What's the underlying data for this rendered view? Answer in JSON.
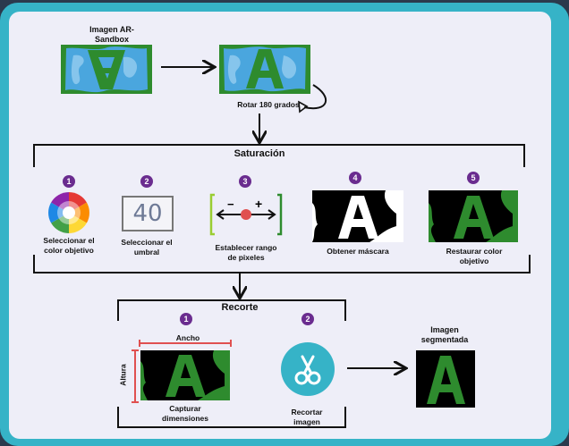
{
  "input": {
    "title": "Imagen AR-\nSandbox"
  },
  "rotate": {
    "label": "Rotar 180 grados"
  },
  "saturation": {
    "title": "Saturación",
    "steps": [
      {
        "num": "1",
        "label": "Seleccionar el\ncolor objetivo"
      },
      {
        "num": "2",
        "label": "Seleccionar el\numbral",
        "value": "40"
      },
      {
        "num": "3",
        "label": "Establecer rango\nde pixeles",
        "minus": "−",
        "plus": "+"
      },
      {
        "num": "4",
        "label": "Obtener máscara"
      },
      {
        "num": "5",
        "label": "Restaurar color\nobjetivo"
      }
    ]
  },
  "crop": {
    "title": "Recorte",
    "steps": [
      {
        "num": "1",
        "label": "Capturar\ndimensiones",
        "width_label": "Ancho",
        "height_label": "Altura"
      },
      {
        "num": "2",
        "label": "Recortar\nimagen"
      }
    ]
  },
  "output": {
    "title": "Imagen\nsegmentada"
  },
  "colors": {
    "accent_frame": "#36b3c7",
    "step_number": "#6a2c8f",
    "water": "#4aa6de",
    "sand": "#2e8b2e",
    "marker": "#e05050"
  }
}
